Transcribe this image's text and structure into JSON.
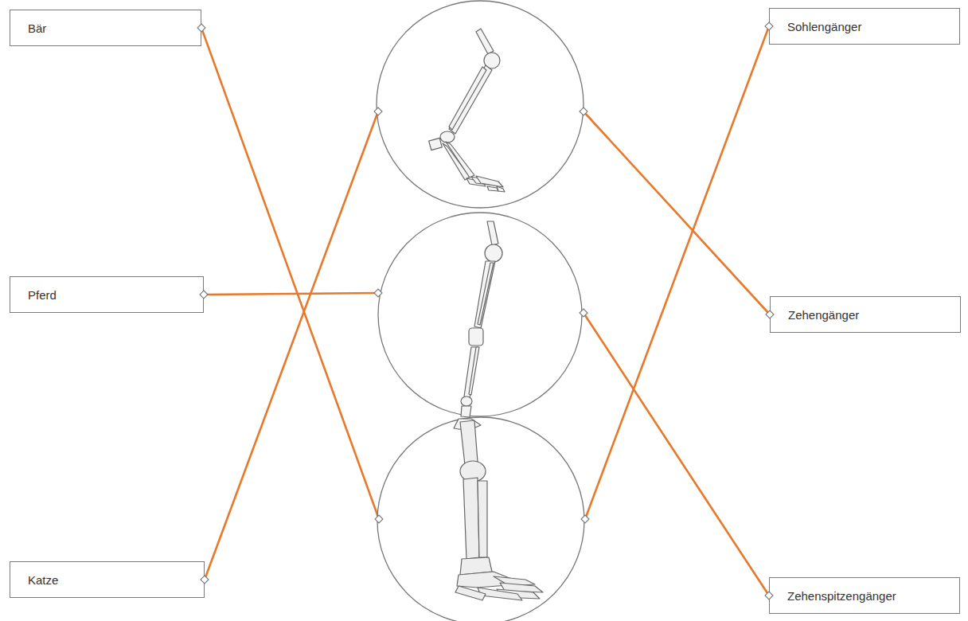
{
  "diagram": {
    "nodes": [
      {
        "text": [
          "Bär"
        ]
      },
      {
        "text": [
          "Sohlengänger"
        ]
      },
      {
        "text": [
          "Pferd"
        ]
      },
      {
        "text": [
          "Zehengänger"
        ]
      },
      {
        "text": [
          "Katze"
        ]
      },
      {
        "text": [
          "Zehenspitzengänger"
        ]
      }
    ],
    "edges": [
      {
        "from": 0,
        "to": 1,
        "arrow": "none"
      },
      {
        "from": 2,
        "to": 5,
        "arrow": "none"
      },
      {
        "from": 4,
        "to": 3,
        "arrow": "none"
      }
    ]
  }
}
